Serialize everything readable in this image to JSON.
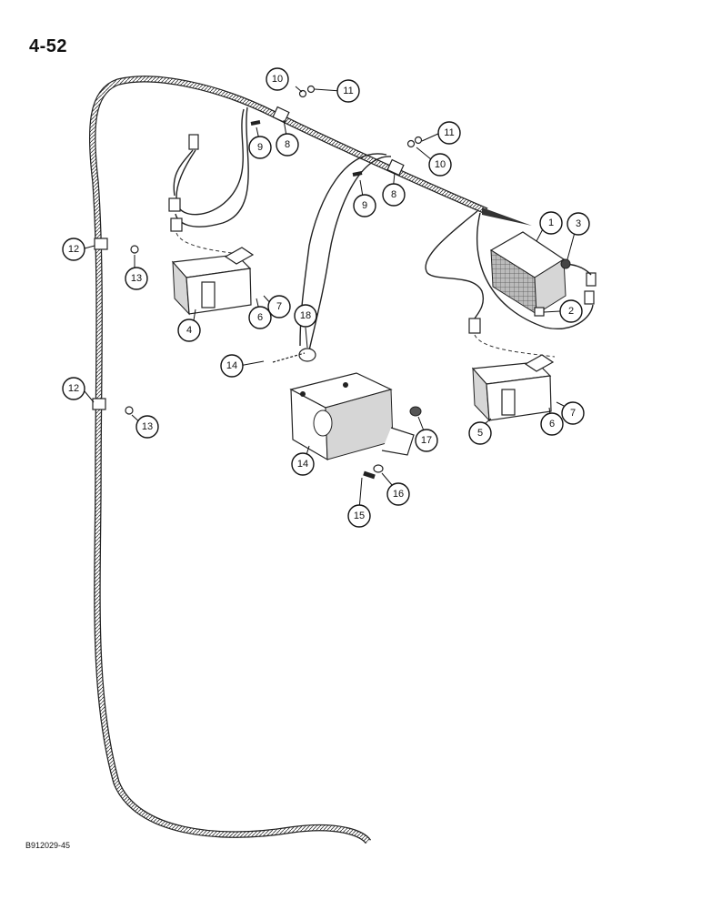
{
  "page_number": "4-52",
  "figure_code": "B912029-45",
  "callouts": [
    "1",
    "2",
    "3",
    "4",
    "5",
    "6",
    "7",
    "8",
    "9",
    "10",
    "11",
    "12",
    "13",
    "14",
    "15",
    "16",
    "17",
    "18"
  ]
}
